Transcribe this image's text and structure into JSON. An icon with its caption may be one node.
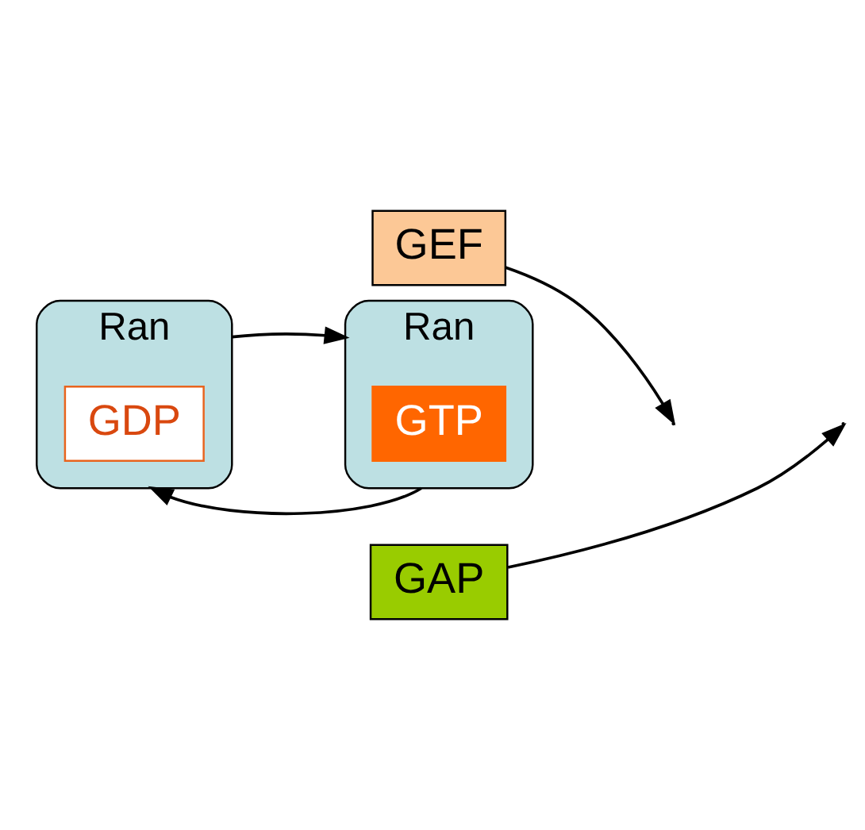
{
  "diagram": {
    "nodes": [
      {
        "text": [
          "GEF"
        ]
      },
      {
        "text": [
          "Ran"
        ]
      },
      {
        "text": [
          "GDP"
        ],
        "in": 1
      },
      {
        "text": [
          "Ran"
        ]
      },
      {
        "text": [
          "GTP"
        ],
        "in": 3
      },
      {
        "text": [
          "GAP"
        ]
      }
    ],
    "edges": [
      {
        "from": 0,
        "to": null,
        "arrow": "to"
      },
      {
        "from": 1,
        "to": 3,
        "arrow": "to"
      },
      {
        "from": 3,
        "to": 1,
        "arrow": "to"
      },
      {
        "from": 5,
        "to": null,
        "arrow": "to"
      }
    ]
  }
}
